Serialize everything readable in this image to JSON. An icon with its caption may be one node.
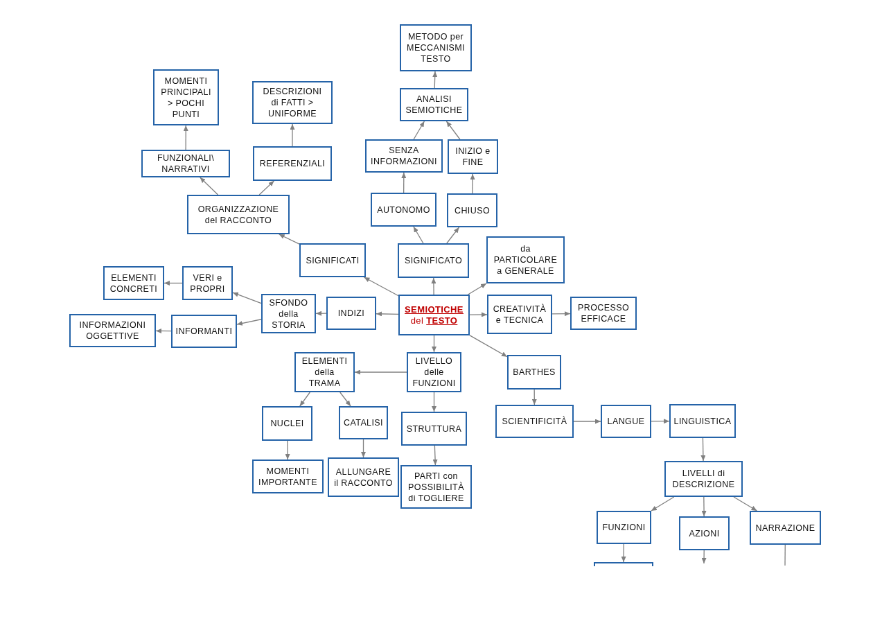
{
  "diagram": {
    "nodes": [
      {
        "text": [
          "METODO per MECCANISMI TESTO"
        ]
      },
      {
        "text": [
          "MOMENTI PRINCIPALI > POCHI PUNTI"
        ]
      },
      {
        "text": [
          "DESCRIZIONI di FATTI > UNIFORME"
        ]
      },
      {
        "text": [
          "ANALISI SEMIOTICHE"
        ]
      },
      {
        "text": [
          "SENZA INFORMAZIONI"
        ]
      },
      {
        "text": [
          "INIZIO e FINE"
        ]
      },
      {
        "text": [
          "REFERENZIALI"
        ]
      },
      {
        "text": [
          "FUNZIONALI\\ NARRATIVI"
        ]
      },
      {
        "text": [
          "AUTONOMO"
        ]
      },
      {
        "text": [
          "CHIUSO"
        ]
      },
      {
        "text": [
          "ORGANIZZAZIONE del RACCONTO"
        ]
      },
      {
        "text": [
          "da PARTICOLARE a GENERALE"
        ]
      },
      {
        "text": [
          "SIGNIFICATI"
        ]
      },
      {
        "text": [
          "SIGNIFICATO"
        ]
      },
      {
        "text": [
          "ELEMENTI CONCRETI"
        ]
      },
      {
        "text": [
          "VERI e PROPRI"
        ]
      },
      {
        "text": [
          "SFONDO della STORIA"
        ]
      },
      {
        "text": [
          "**SEMIOTICHE** del **TESTO**"
        ]
      },
      {
        "text": [
          "CREATIVITÀ e TECNICA"
        ]
      },
      {
        "text": [
          "INDIZI"
        ]
      },
      {
        "text": [
          "PROCESSO EFFICACE"
        ]
      },
      {
        "text": [
          "INFORMAZIONI OGGETTIVE"
        ]
      },
      {
        "text": [
          "INFORMANTI"
        ]
      },
      {
        "text": [
          "ELEMENTI della TRAMA"
        ]
      },
      {
        "text": [
          "LIVELLO delle FUNZIONI"
        ]
      },
      {
        "text": [
          "BARTHES"
        ]
      },
      {
        "text": [
          "SCIENTIFICITÀ"
        ]
      },
      {
        "text": [
          "LANGUE"
        ]
      },
      {
        "text": [
          "LINGUISTICA"
        ]
      },
      {
        "text": [
          "NUCLEI"
        ]
      },
      {
        "text": [
          "CATALISI"
        ]
      },
      {
        "text": [
          "STRUTTURA"
        ]
      },
      {
        "text": [
          "ALLUNGARE il RACCONTO"
        ]
      },
      {
        "text": [
          "MOMENTI IMPORTANTE"
        ]
      },
      {
        "text": [
          "LIVELLI di DESCRIZIONE"
        ]
      },
      {
        "text": [
          "PARTI con POSSIBILITÀ di TOGLIERE"
        ]
      },
      {
        "text": [
          "FUNZIONI"
        ]
      },
      {
        "text": [
          "NARRAZIONE"
        ]
      },
      {
        "text": [
          "AZIONI"
        ]
      },
      {
        "text": [],
        "shape": "box"
      }
    ],
    "edges": [
      {
        "from": 3,
        "to": 0,
        "arrow": "to"
      },
      {
        "from": 4,
        "to": 3,
        "arrow": "to"
      },
      {
        "from": 5,
        "to": 3,
        "arrow": "to"
      },
      {
        "from": 8,
        "to": 4,
        "arrow": "to"
      },
      {
        "from": 9,
        "to": 5,
        "arrow": "to"
      },
      {
        "from": 13,
        "to": 8,
        "arrow": "to"
      },
      {
        "from": 13,
        "to": 9,
        "arrow": "to"
      },
      {
        "from": 17,
        "to": 13,
        "arrow": "to"
      },
      {
        "from": 17,
        "to": 12,
        "arrow": "to"
      },
      {
        "from": 12,
        "to": 10,
        "arrow": "to"
      },
      {
        "from": 10,
        "to": 7,
        "arrow": "to"
      },
      {
        "from": 10,
        "to": 6,
        "arrow": "to"
      },
      {
        "from": 7,
        "to": 1,
        "arrow": "to"
      },
      {
        "from": 6,
        "to": 2,
        "arrow": "to"
      },
      {
        "from": 17,
        "to": 11,
        "arrow": "to"
      },
      {
        "from": 17,
        "to": 18,
        "arrow": "to"
      },
      {
        "from": 18,
        "to": 20,
        "arrow": "to"
      },
      {
        "from": 17,
        "to": 19,
        "arrow": "to"
      },
      {
        "from": 19,
        "to": 16,
        "arrow": "to"
      },
      {
        "from": 16,
        "to": 15,
        "arrow": "to"
      },
      {
        "from": 15,
        "to": 14,
        "arrow": "to"
      },
      {
        "from": 16,
        "to": 22,
        "arrow": "to"
      },
      {
        "from": 22,
        "to": 21,
        "arrow": "to"
      },
      {
        "from": 17,
        "to": 24,
        "arrow": "to"
      },
      {
        "from": 17,
        "to": 25,
        "arrow": "to"
      },
      {
        "from": 24,
        "to": 23,
        "arrow": "to"
      },
      {
        "from": 24,
        "to": 31,
        "arrow": "to"
      },
      {
        "from": 31,
        "to": 35,
        "arrow": "to"
      },
      {
        "from": 23,
        "to": 29,
        "arrow": "to"
      },
      {
        "from": 23,
        "to": 30,
        "arrow": "to"
      },
      {
        "from": 29,
        "to": 33,
        "arrow": "to"
      },
      {
        "from": 30,
        "to": 32,
        "arrow": "to"
      },
      {
        "from": 25,
        "to": 26,
        "arrow": "to"
      },
      {
        "from": 26,
        "to": 27,
        "arrow": "to"
      },
      {
        "from": 27,
        "to": 28,
        "arrow": "to"
      },
      {
        "from": 28,
        "to": 34,
        "arrow": "to"
      },
      {
        "from": 34,
        "to": 36,
        "arrow": "to"
      },
      {
        "from": 34,
        "to": 37,
        "arrow": "to"
      },
      {
        "from": 34,
        "to": 38,
        "arrow": "to"
      },
      {
        "from": 36,
        "to": 39,
        "arrow": "to"
      },
      {
        "from": 38,
        "to": null,
        "arrow": "to"
      },
      {
        "from": 37,
        "to": null,
        "arrow": "none"
      }
    ]
  }
}
